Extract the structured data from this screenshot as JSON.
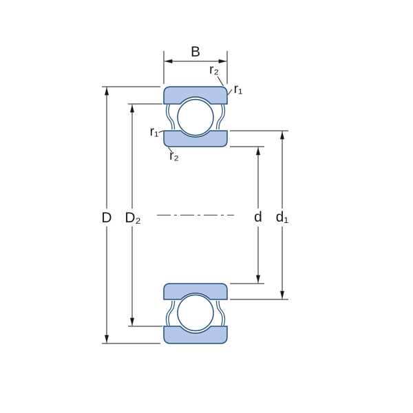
{
  "diagram": {
    "labels": {
      "width": "B",
      "outer_diameter": "D",
      "outer_shoulder_diameter": "D₂",
      "bore_diameter": "d",
      "inner_shoulder_diameter": "d₁",
      "outer_ring_corner_radius": "r₂",
      "outer_ring_side_radius": "r₁",
      "inner_ring_side_radius": "r₁",
      "inner_ring_corner_radius": "r₂"
    },
    "colors": {
      "ring_fill": "#b5c7e6",
      "ring_outline": "#1f4e79",
      "line_color": "#1a1a1a"
    }
  }
}
